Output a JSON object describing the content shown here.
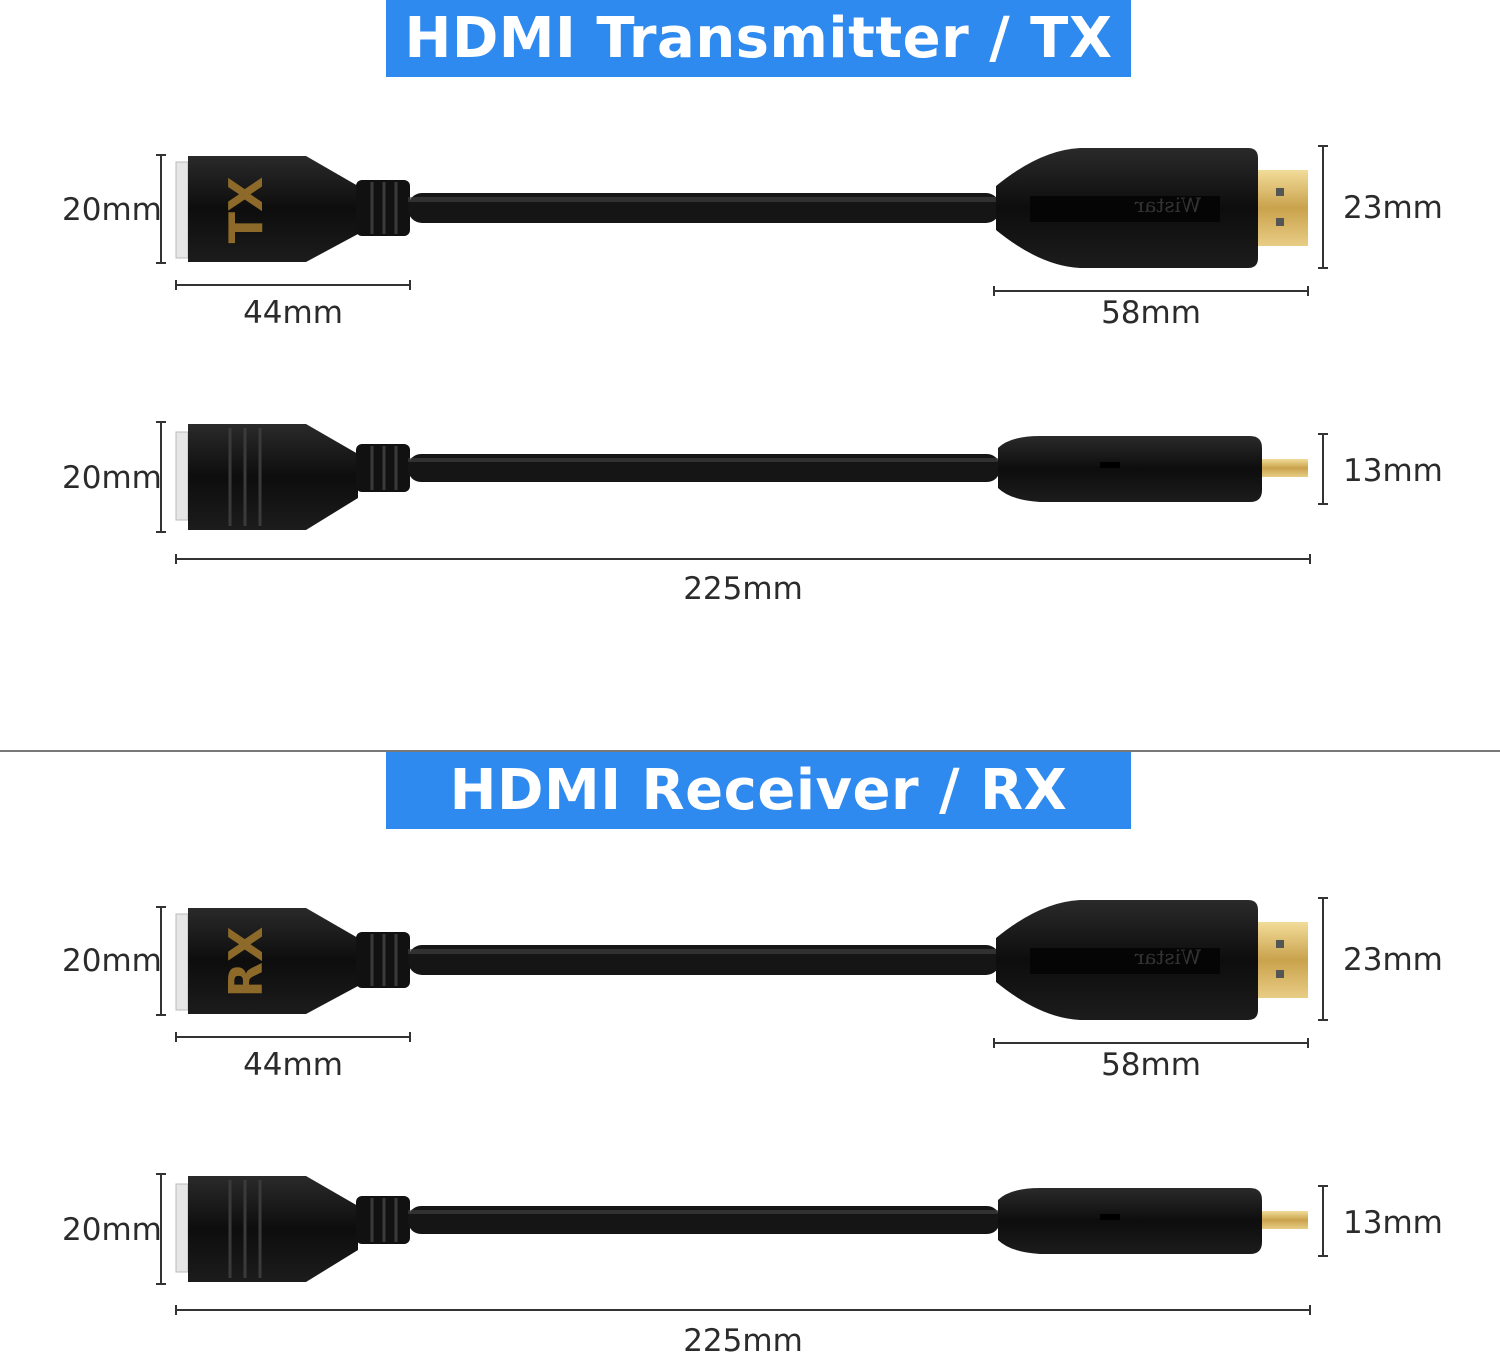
{
  "colors": {
    "banner": "#2f8af0",
    "cable": "#141414",
    "gold": "#c9a24c",
    "brand_text": "#8d6a2a"
  },
  "transmitter": {
    "title": "HDMI Transmitter / TX",
    "housing_label": "TX",
    "full_size": {
      "height_left": "20mm",
      "width_left": "44mm",
      "height_right": "23mm",
      "width_right": "58mm"
    },
    "mini_size": {
      "height_left": "20mm",
      "height_right": "13mm",
      "length": "225mm"
    }
  },
  "receiver": {
    "title": "HDMI Receiver / RX",
    "housing_label": "RX",
    "full_size": {
      "height_left": "20mm",
      "width_left": "44mm",
      "height_right": "23mm",
      "width_right": "58mm"
    },
    "mini_size": {
      "height_left": "20mm",
      "height_right": "13mm",
      "length": "225mm"
    }
  }
}
